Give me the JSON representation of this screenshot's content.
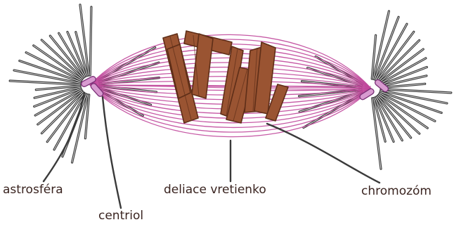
{
  "labels": {
    "astrosphere": "astrosféra",
    "centriole": "centriol",
    "spindle": "deliace vretienko",
    "chromosome": "chromozóm"
  },
  "colors": {
    "spindle_fiber": "#c0479b",
    "aster_ray": "#3b3b3b",
    "aster_ray_highlight": "#e8e8e8",
    "centriole_fill": "#d89bd0",
    "centriole_stroke": "#7a2f76",
    "chromosome": "#9a5432",
    "chromosome_dark": "#5e2e18",
    "label_text": "#3a2420",
    "leader_line": "#3a3a3a"
  }
}
